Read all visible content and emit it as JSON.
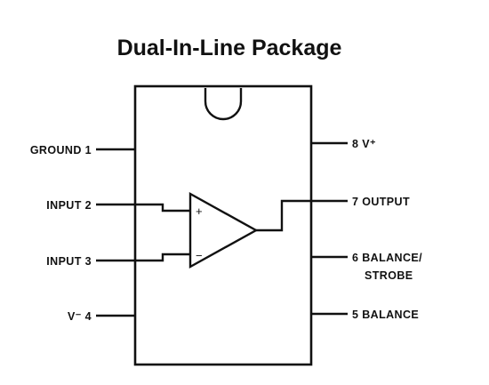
{
  "title": "Dual-In-Line Package",
  "pins_left": [
    {
      "label": "GROUND 1"
    },
    {
      "label": "INPUT 2"
    },
    {
      "label": "INPUT 3"
    },
    {
      "label": "V⁻ 4"
    }
  ],
  "pins_right": [
    {
      "label": "8 V⁺"
    },
    {
      "label": "7 OUTPUT"
    },
    {
      "label": "6 BALANCE/",
      "label2": "STROBE"
    },
    {
      "label": "5 BALANCE"
    }
  ],
  "opamp": {
    "plus": "+",
    "minus": "−"
  }
}
